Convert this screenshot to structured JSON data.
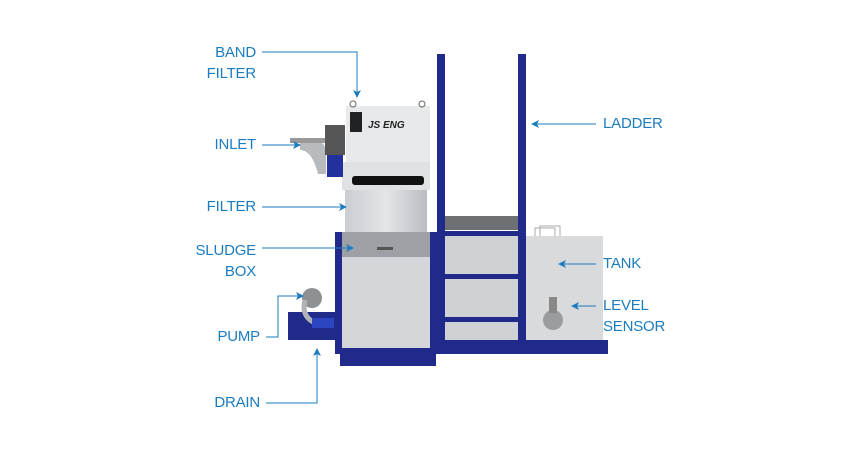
{
  "brand": "JS ENG",
  "colors": {
    "label": "#1b7cc0",
    "frame": "#1f2a8a",
    "panel": "#d6d9dc"
  },
  "labels": {
    "band_filter": [
      "BAND",
      "FILTER"
    ],
    "inlet": "INLET",
    "filter": "FILTER",
    "sludge_box": [
      "SLUDGE",
      "BOX"
    ],
    "pump": "PUMP",
    "drain": "DRAIN",
    "ladder": "LADDER",
    "tank": "TANK",
    "level_sensor": [
      "LEVEL",
      "SENSOR"
    ]
  }
}
